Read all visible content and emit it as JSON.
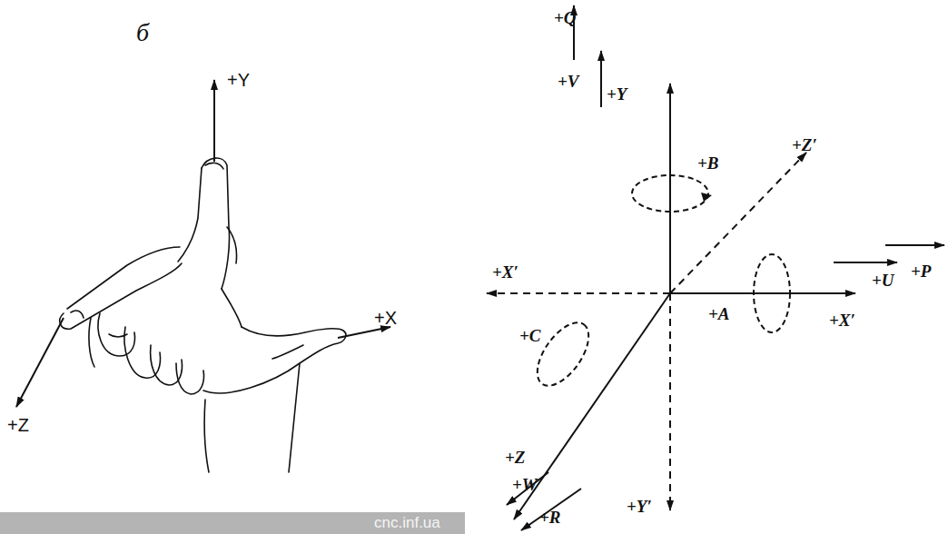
{
  "diagram": {
    "labels": [
      "б",
      "+Y",
      "+Z",
      "+X",
      "cnc.inf.ua",
      "+Q",
      "+V",
      "+Y",
      "+B",
      "+Z′",
      "+X′",
      "+P",
      "+U",
      "+A",
      "+X′",
      "+C",
      "+Z",
      "+W",
      "+R",
      "+Y′"
    ]
  }
}
